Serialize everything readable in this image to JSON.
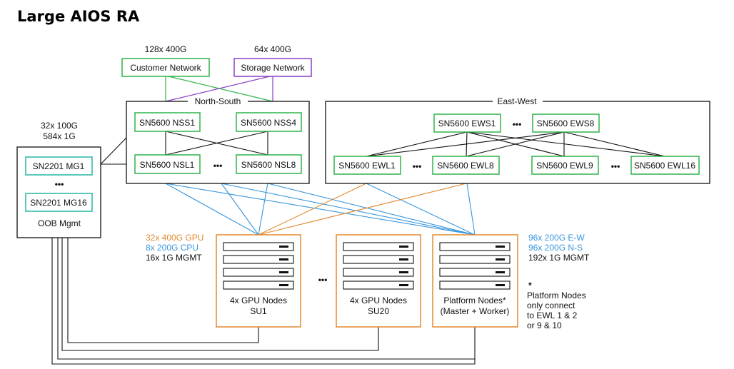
{
  "title": "Large AIOS RA",
  "external": {
    "customer": {
      "label": "Customer Network",
      "ports": "128x 400G"
    },
    "storage": {
      "label": "Storage Network",
      "ports": "64x 400G"
    }
  },
  "north_south": {
    "label": "North-South",
    "spines": [
      "SN5600 NSS1",
      "SN5600 NSS4"
    ],
    "leaves": [
      "SN5600 NSL1",
      "SN5600 NSL8"
    ],
    "ellipsis": "•••"
  },
  "east_west": {
    "label": "East-West",
    "spines": [
      "SN5600 EWS1",
      "SN5600 EWS8"
    ],
    "leaves": [
      "SN5600 EWL1",
      "SN5600 EWL8",
      "SN5600 EWL9",
      "SN5600 EWL16"
    ],
    "ellipsis": "•••"
  },
  "oob": {
    "ports_line1": "32x 100G",
    "ports_line2": "584x 1G",
    "switches": [
      "SN2201 MG1",
      "SN2201 MG16"
    ],
    "ellipsis": "•••",
    "label": "OOB Mgmt"
  },
  "su_specs": {
    "gpu": "32x 400G GPU",
    "cpu": "8x 200G CPU",
    "mgmt": "16x 1G MGMT"
  },
  "platform_specs": {
    "ew": "96x 200G E-W",
    "ns": "96x 200G N-S",
    "mgmt": "192x 1G MGMT"
  },
  "units": {
    "su1": {
      "line1": "4x GPU Nodes",
      "line2": "SU1"
    },
    "su20": {
      "line1": "4x GPU Nodes",
      "line2": "SU20"
    },
    "platform": {
      "line1": "Platform Nodes*",
      "line2": "(Master + Worker)"
    },
    "ellipsis": "•••"
  },
  "footnote": {
    "star": "*",
    "lines": [
      "Platform Nodes",
      "only connect",
      "to EWL 1 & 2",
      "or 9 & 10"
    ]
  },
  "colors": {
    "green": "#2fb34a",
    "teal": "#26b5a4",
    "purple": "#8a3fc7",
    "orange": "#e3892f",
    "blue": "#3a97dc",
    "black": "#111111"
  }
}
